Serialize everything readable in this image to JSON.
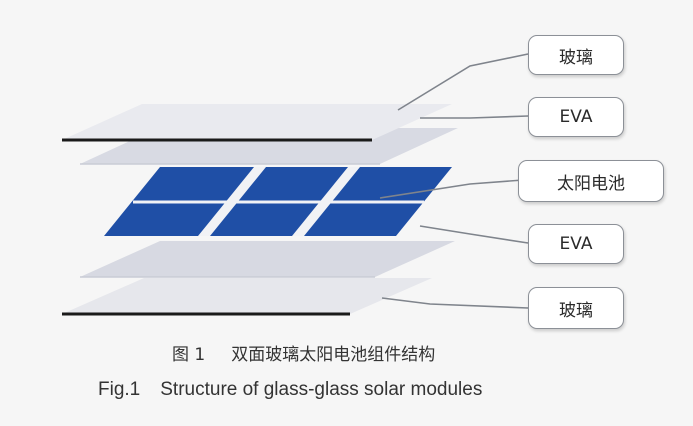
{
  "layers": [
    {
      "key": "glass_top",
      "label": "玻璃"
    },
    {
      "key": "eva_top",
      "label": "EVA"
    },
    {
      "key": "solar_cell",
      "label": "太阳电池"
    },
    {
      "key": "eva_bottom",
      "label": "EVA"
    },
    {
      "key": "glass_bottom",
      "label": "玻璃"
    }
  ],
  "caption": {
    "cn_number": "图 1",
    "cn_title": "双面玻璃太阳电池组件结构",
    "en_number": "Fig.1",
    "en_title": "Structure of glass-glass solar modules"
  },
  "colors": {
    "cell_blue": "#1f4fa6",
    "sheet_gray": "#dfe1e8",
    "edge_black": "#1a1a1a",
    "leader_line": "#7f848c"
  }
}
